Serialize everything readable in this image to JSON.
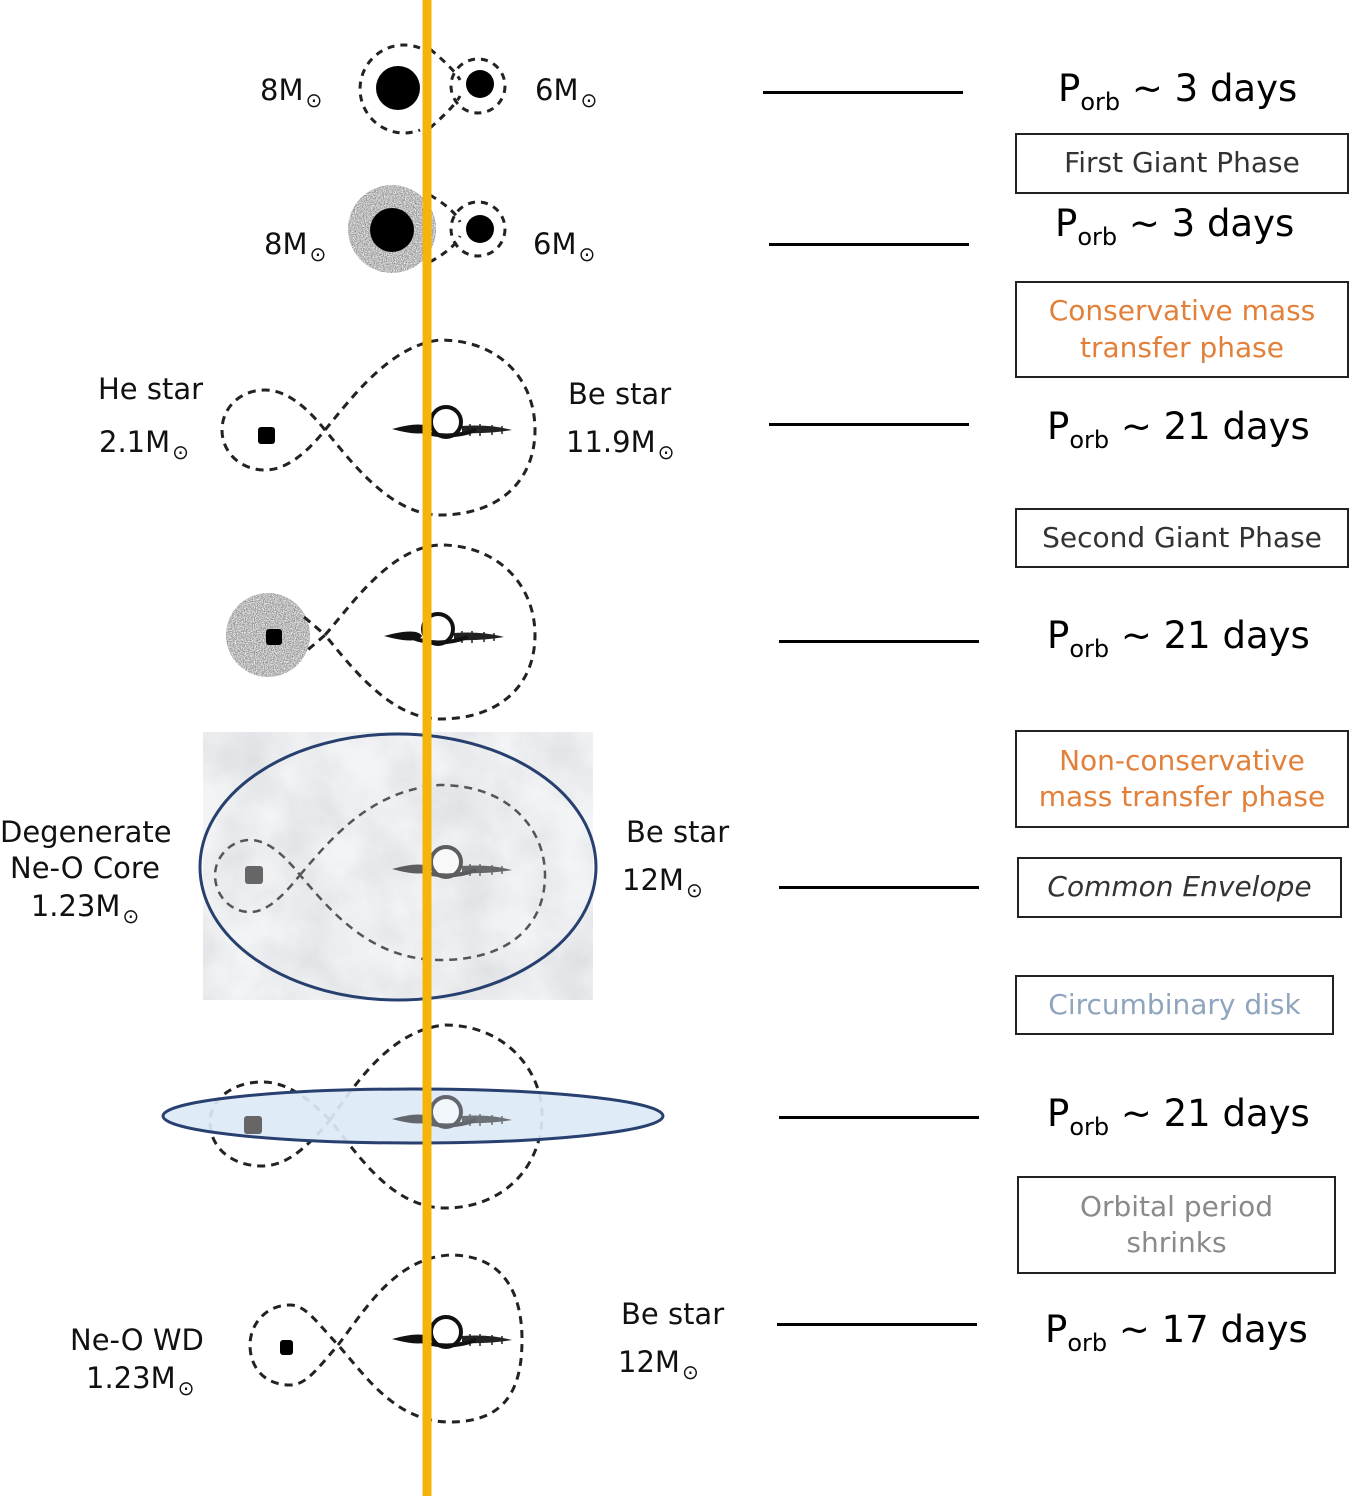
{
  "stages": [
    {
      "left_name": "",
      "left_mass": "8M",
      "right_name": "",
      "right_mass": "6M",
      "porb": "~ 3 days"
    },
    {
      "left_name": "",
      "left_mass": "8M",
      "right_name": "",
      "right_mass": "6M",
      "porb": "~ 3 days"
    },
    {
      "left_name": "He star",
      "left_mass": "2.1M",
      "right_name": "Be star",
      "right_mass": "11.9M",
      "porb": "~ 21 days"
    },
    {
      "left_name": "",
      "left_mass": "",
      "right_name": "",
      "right_mass": "",
      "porb": "~ 21 days"
    },
    {
      "left_name": "Degenerate\nNe-O Core",
      "left_mass": "1.23M",
      "right_name": "Be star",
      "right_mass": "12M",
      "porb": ""
    },
    {
      "left_name": "",
      "left_mass": "",
      "right_name": "",
      "right_mass": "",
      "porb": "~ 21 days"
    },
    {
      "left_name": "Ne-O WD",
      "left_mass": "1.23M",
      "right_name": "Be star",
      "right_mass": "12M",
      "porb": "~ 17 days"
    }
  ],
  "porb_symbol": "P",
  "porb_subscript": "orb",
  "sun_symbol": "⊙",
  "phases": {
    "first_giant": "First Giant Phase",
    "conservative": "Conservative mass transfer phase",
    "second_giant": "Second Giant Phase",
    "non_conservative": "Non-conservative mass transfer phase",
    "common_envelope": "Common Envelope",
    "circumbinary": "Circumbinary disk",
    "shrinks": "Orbital period shrinks"
  },
  "colors": {
    "axis": "#f5b40a",
    "conservative_text": "#e2803a",
    "circumbinary_text": "#8fa5bd",
    "envelope_fill": "#eceef2",
    "envelope_stroke": "#27406f",
    "disk_fill": "#dde9f7",
    "shrinks_text": "#8a8a8a"
  }
}
